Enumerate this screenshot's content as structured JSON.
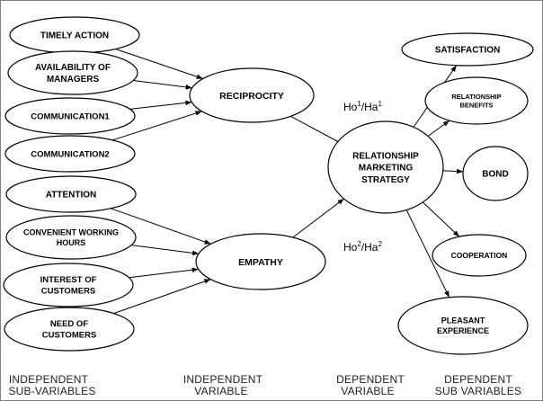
{
  "nodes": {
    "timely_action": [
      "TIMELY ACTION"
    ],
    "availability_of_managers": [
      "AVAILABILITY OF",
      "MANAGERS"
    ],
    "communication1": [
      "COMMUNICATION1"
    ],
    "communication2": [
      "COMMUNICATION2"
    ],
    "attention": [
      "ATTENTION"
    ],
    "convenient_working_hours": [
      "CONVENIENT WORKING",
      "HOURS"
    ],
    "interest_of_customers": [
      "INTEREST OF",
      "CUSTOMERS"
    ],
    "need_of_customers": [
      "NEED OF",
      "CUSTOMERS"
    ],
    "reciprocity": [
      "RECIPROCITY"
    ],
    "empathy": [
      "EMPATHY"
    ],
    "relationship_marketing_strategy": [
      "RELATIONSHIP",
      "MARKETING",
      "STRATEGY"
    ],
    "satisfaction": [
      "SATISFACTION"
    ],
    "relationship_benefits": [
      "RELATIONSHIP",
      "BENEFITS"
    ],
    "bond": [
      "BOND"
    ],
    "cooperation": [
      "COOPERATION"
    ],
    "pleasant_experience": [
      "PLEASANT",
      "EXPERIENCE"
    ]
  },
  "hypotheses": {
    "h1": {
      "base": "Ho",
      "sup1": "1",
      "mid": "/Ha",
      "sup2": "1"
    },
    "h2": {
      "base": "Ho",
      "sup1": "2",
      "mid": "/Ha",
      "sup2": "2"
    }
  },
  "footer": {
    "independent_sub_variables": [
      "INDEPENDENT",
      "SUB-VARIABLES"
    ],
    "independent_variable": [
      "INDEPENDENT",
      "VARIABLE"
    ],
    "dependent_variable": [
      "DEPENDENT",
      "VARIABLE"
    ],
    "dependent_sub_variables": [
      "DEPENDENT",
      "SUB VARIABLES"
    ]
  },
  "edges": [
    {
      "from": "timely_action",
      "to": "reciprocity"
    },
    {
      "from": "availability_of_managers",
      "to": "reciprocity"
    },
    {
      "from": "communication1",
      "to": "reciprocity"
    },
    {
      "from": "communication2",
      "to": "reciprocity"
    },
    {
      "from": "attention",
      "to": "empathy"
    },
    {
      "from": "convenient_working_hours",
      "to": "empathy"
    },
    {
      "from": "interest_of_customers",
      "to": "empathy"
    },
    {
      "from": "need_of_customers",
      "to": "empathy"
    },
    {
      "from": "reciprocity",
      "to": "relationship_marketing_strategy",
      "arrow": false
    },
    {
      "from": "empathy",
      "to": "relationship_marketing_strategy"
    },
    {
      "from": "relationship_marketing_strategy",
      "to": "satisfaction"
    },
    {
      "from": "relationship_marketing_strategy",
      "to": "relationship_benefits"
    },
    {
      "from": "relationship_marketing_strategy",
      "to": "bond"
    },
    {
      "from": "relationship_marketing_strategy",
      "to": "cooperation"
    },
    {
      "from": "relationship_marketing_strategy",
      "to": "pleasant_experience"
    }
  ]
}
